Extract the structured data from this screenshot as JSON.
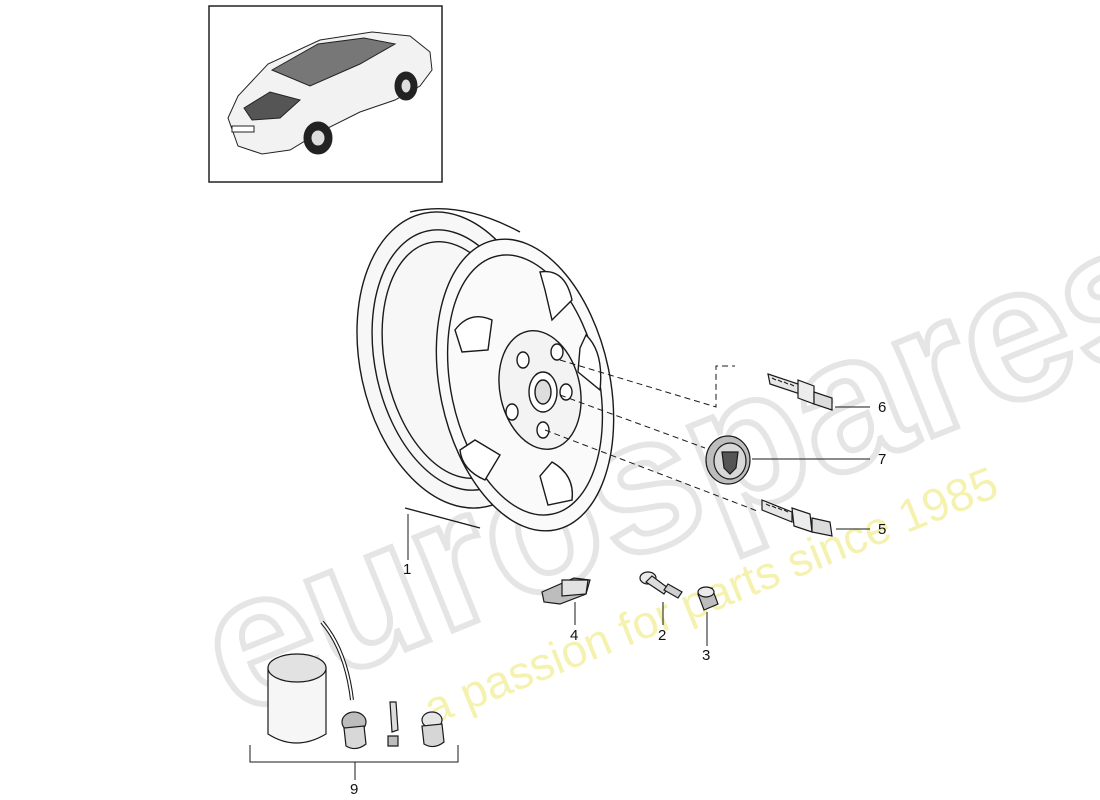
{
  "watermark": {
    "brand": "eurospares",
    "tagline": "a passion for parts since 1985",
    "brand_color": "#e6e6e6",
    "tagline_color": "#f1ef9a"
  },
  "callouts": [
    {
      "id": "1",
      "label": "1"
    },
    {
      "id": "2",
      "label": "2"
    },
    {
      "id": "3",
      "label": "3"
    },
    {
      "id": "4",
      "label": "4"
    },
    {
      "id": "5",
      "label": "5"
    },
    {
      "id": "6",
      "label": "6"
    },
    {
      "id": "7",
      "label": "7"
    },
    {
      "id": "9",
      "label": "9"
    }
  ],
  "colors": {
    "line": "#1a1a1a",
    "frame": "#222222",
    "part_fill": "#f4f4f4",
    "part_shade": "#cfcfcf"
  }
}
